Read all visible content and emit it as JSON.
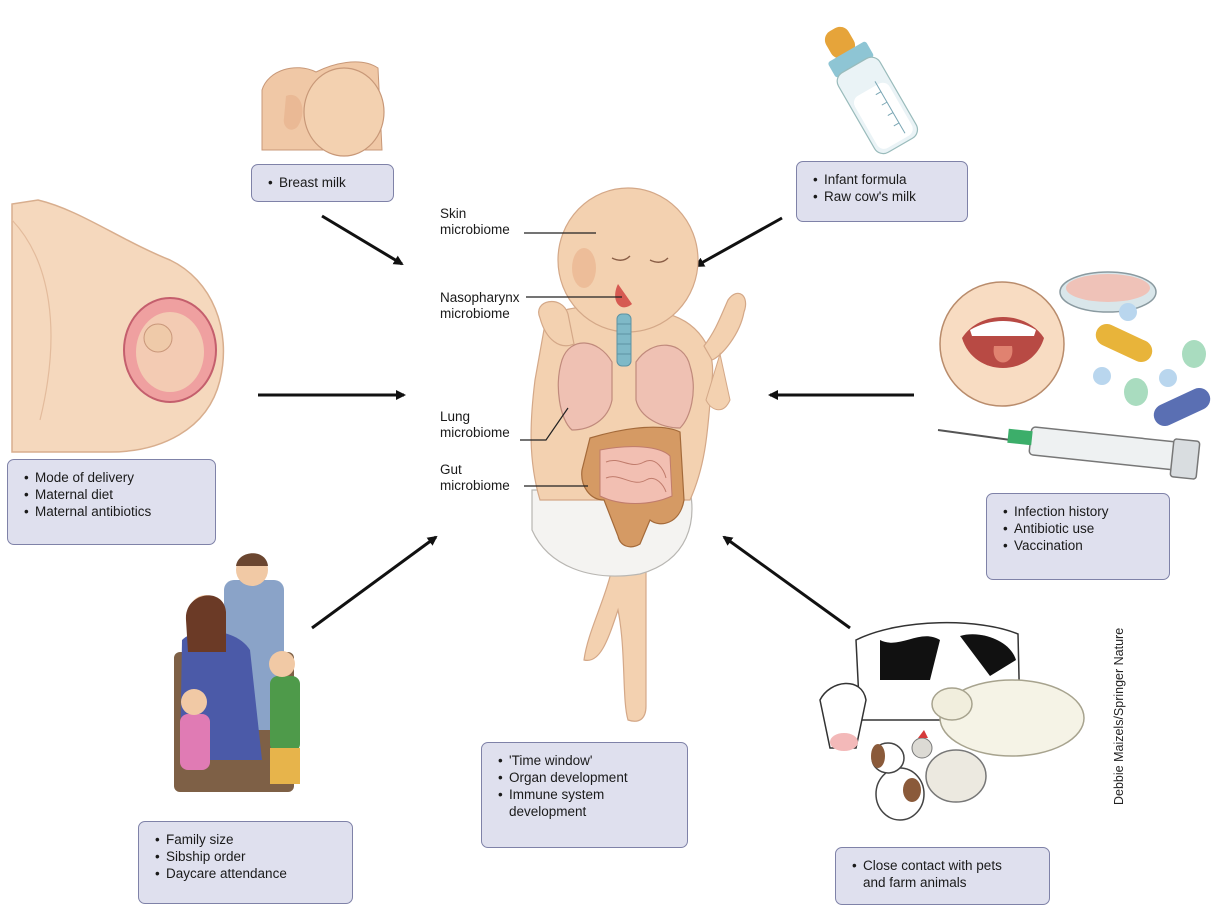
{
  "factors": {
    "breast": [
      "Breast milk"
    ],
    "formula": [
      "Infant formula",
      "Raw cow's milk"
    ],
    "delivery": [
      "Mode of delivery",
      "Maternal diet",
      "Maternal antibiotics"
    ],
    "medical": [
      "Infection history",
      "Antibiotic use",
      "Vaccination"
    ],
    "family": [
      "Family size",
      "Sibship order",
      "Daycare attendance"
    ],
    "time": [
      "'Time window'",
      "Organ development",
      "Immune system",
      "development"
    ],
    "animals": [
      "Close contact with pets",
      "and farm animals"
    ]
  },
  "microbiome_labels": {
    "skin": [
      "Skin",
      "microbiome"
    ],
    "nasopharynx": [
      "Nasopharynx",
      "microbiome"
    ],
    "lung": [
      "Lung",
      "microbiome"
    ],
    "gut": [
      "Gut",
      "microbiome"
    ]
  },
  "credit": "Debbie Maizels/Springer Nature",
  "colors": {
    "box_fill": "#dfe0ee",
    "box_border": "#7f82a8",
    "skin": "#f3d1b0",
    "skin_shade": "#e4b590",
    "gut": "#d59a64"
  }
}
